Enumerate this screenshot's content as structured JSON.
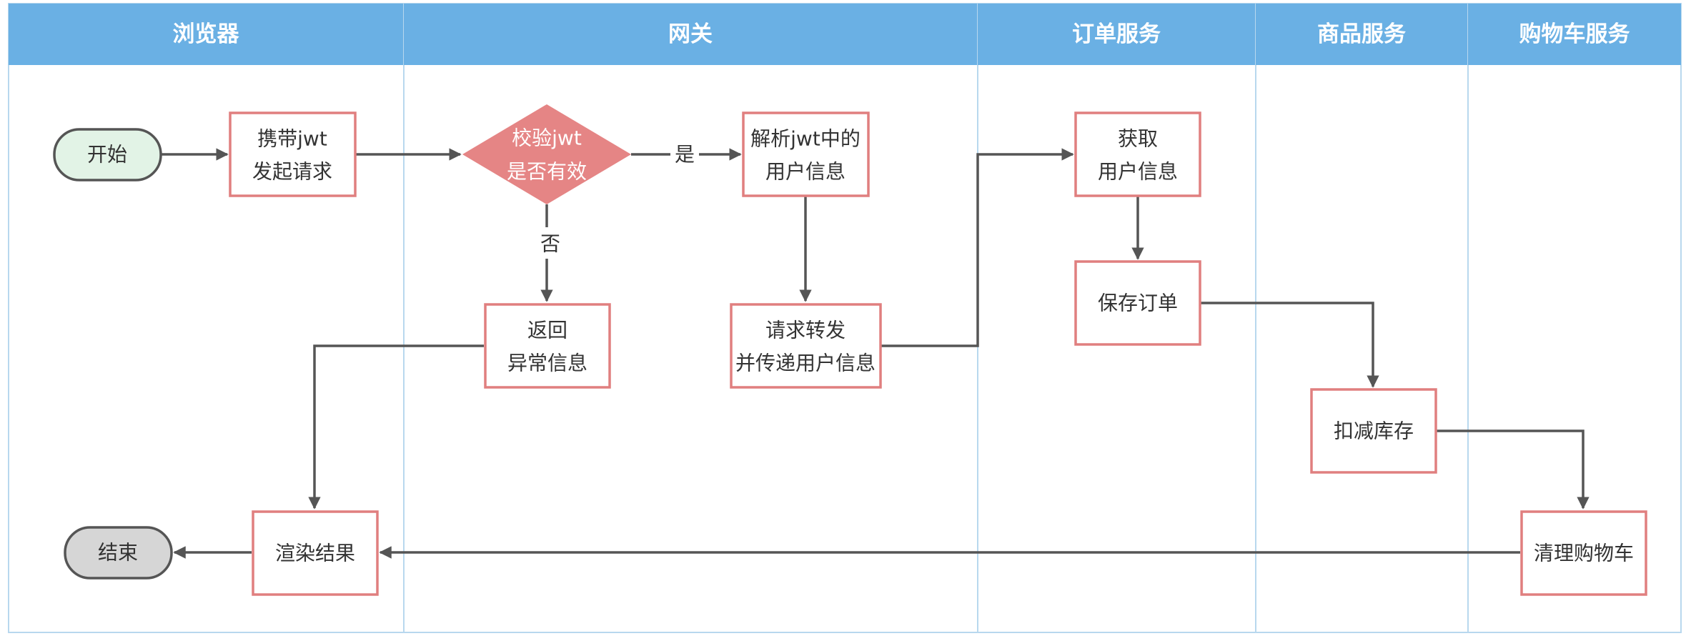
{
  "colors": {
    "lane_header": "#6ab0e4",
    "lane_border": "#b8d8ee",
    "box_border": "#e07f7f",
    "decision_fill": "#e58585",
    "start_fill": "#e2f3e6",
    "end_fill": "#d6d6d6",
    "edge": "#555555"
  },
  "lanes": [
    {
      "title": "浏览器"
    },
    {
      "title": "网关"
    },
    {
      "title": "订单服务"
    },
    {
      "title": "商品服务"
    },
    {
      "title": "购物车服务"
    }
  ],
  "nodes": {
    "start": {
      "lines": [
        "开始"
      ]
    },
    "carry_jwt": {
      "lines": [
        "携带jwt",
        "发起请求"
      ]
    },
    "validate_jwt": {
      "lines": [
        "校验jwt",
        "是否有效"
      ]
    },
    "parse_jwt": {
      "lines": [
        "解析jwt中的",
        "用户信息"
      ]
    },
    "return_error": {
      "lines": [
        "返回",
        "异常信息"
      ]
    },
    "forward_request": {
      "lines": [
        "请求转发",
        "并传递用户信息"
      ]
    },
    "get_user_info": {
      "lines": [
        "获取",
        "用户信息"
      ]
    },
    "save_order": {
      "lines": [
        "保存订单"
      ]
    },
    "deduct_stock": {
      "lines": [
        "扣减库存"
      ]
    },
    "clear_cart": {
      "lines": [
        "清理购物车"
      ]
    },
    "render_result": {
      "lines": [
        "渲染结果"
      ]
    },
    "end": {
      "lines": [
        "结束"
      ]
    }
  },
  "edge_labels": {
    "yes": "是",
    "no": "否"
  }
}
